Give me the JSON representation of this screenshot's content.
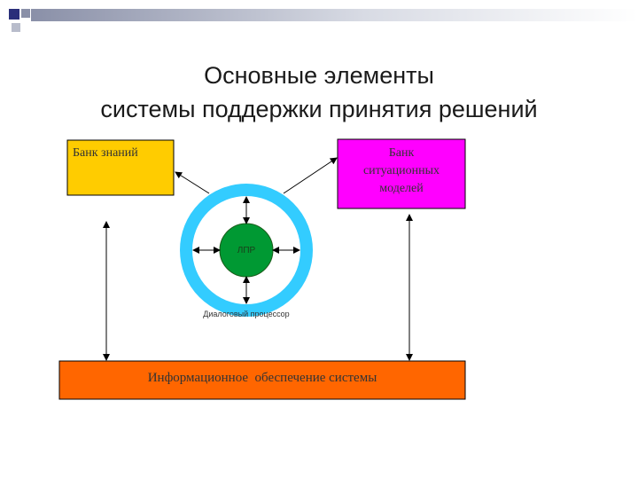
{
  "title": {
    "line1": "Основные элементы",
    "line2": "системы поддержки принятия решений"
  },
  "nodes": {
    "knowledge_bank": "Банк знаний",
    "model_bank_line1": "Банк",
    "model_bank_line2": "ситуационных",
    "model_bank_line3": "моделей",
    "decision_maker": "ЛПР",
    "dialog_processor": "Диалоговый процессор",
    "info_support": "Информационное  обеспечение системы"
  },
  "colors": {
    "knowledge_bank": "#ffcc00",
    "model_bank": "#ff00ff",
    "ring": "#33ccff",
    "core": "#009933",
    "info_support": "#ff6600",
    "header_gradient_end": "#c8cdd8"
  }
}
